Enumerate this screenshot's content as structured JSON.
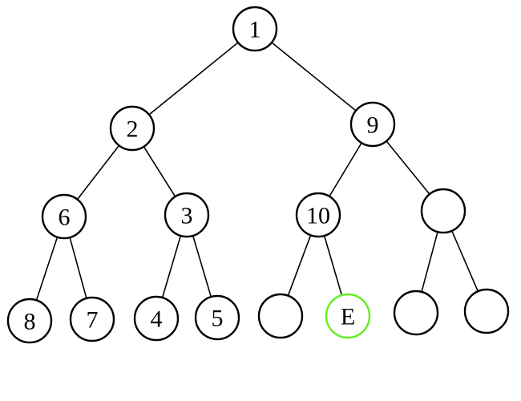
{
  "colors": {
    "default_stroke": "#000000",
    "highlight_stroke": "#66ee22"
  },
  "nodes": [
    {
      "id": "n1",
      "label": "1",
      "highlight": false
    },
    {
      "id": "n2",
      "label": "2",
      "highlight": false
    },
    {
      "id": "n9",
      "label": "9",
      "highlight": false
    },
    {
      "id": "n6",
      "label": "6",
      "highlight": false
    },
    {
      "id": "n3",
      "label": "3",
      "highlight": false
    },
    {
      "id": "n10",
      "label": "10",
      "highlight": false
    },
    {
      "id": "r2",
      "label": "",
      "highlight": false
    },
    {
      "id": "n8",
      "label": "8",
      "highlight": false
    },
    {
      "id": "n7",
      "label": "7",
      "highlight": false
    },
    {
      "id": "n4",
      "label": "4",
      "highlight": false
    },
    {
      "id": "n5",
      "label": "5",
      "highlight": false
    },
    {
      "id": "e1",
      "label": "",
      "highlight": false
    },
    {
      "id": "nE",
      "label": "E",
      "highlight": true
    },
    {
      "id": "e3",
      "label": "",
      "highlight": false
    },
    {
      "id": "e4",
      "label": "",
      "highlight": false
    }
  ],
  "edges": [
    {
      "from": "n1",
      "to": "n2"
    },
    {
      "from": "n1",
      "to": "n9"
    },
    {
      "from": "n2",
      "to": "n6"
    },
    {
      "from": "n2",
      "to": "n3"
    },
    {
      "from": "n9",
      "to": "n10"
    },
    {
      "from": "n9",
      "to": "r2"
    },
    {
      "from": "n6",
      "to": "n8"
    },
    {
      "from": "n6",
      "to": "n7"
    },
    {
      "from": "n3",
      "to": "n4"
    },
    {
      "from": "n3",
      "to": "n5"
    },
    {
      "from": "n10",
      "to": "e1"
    },
    {
      "from": "n10",
      "to": "nE"
    },
    {
      "from": "r2",
      "to": "e3"
    },
    {
      "from": "r2",
      "to": "e4"
    }
  ]
}
